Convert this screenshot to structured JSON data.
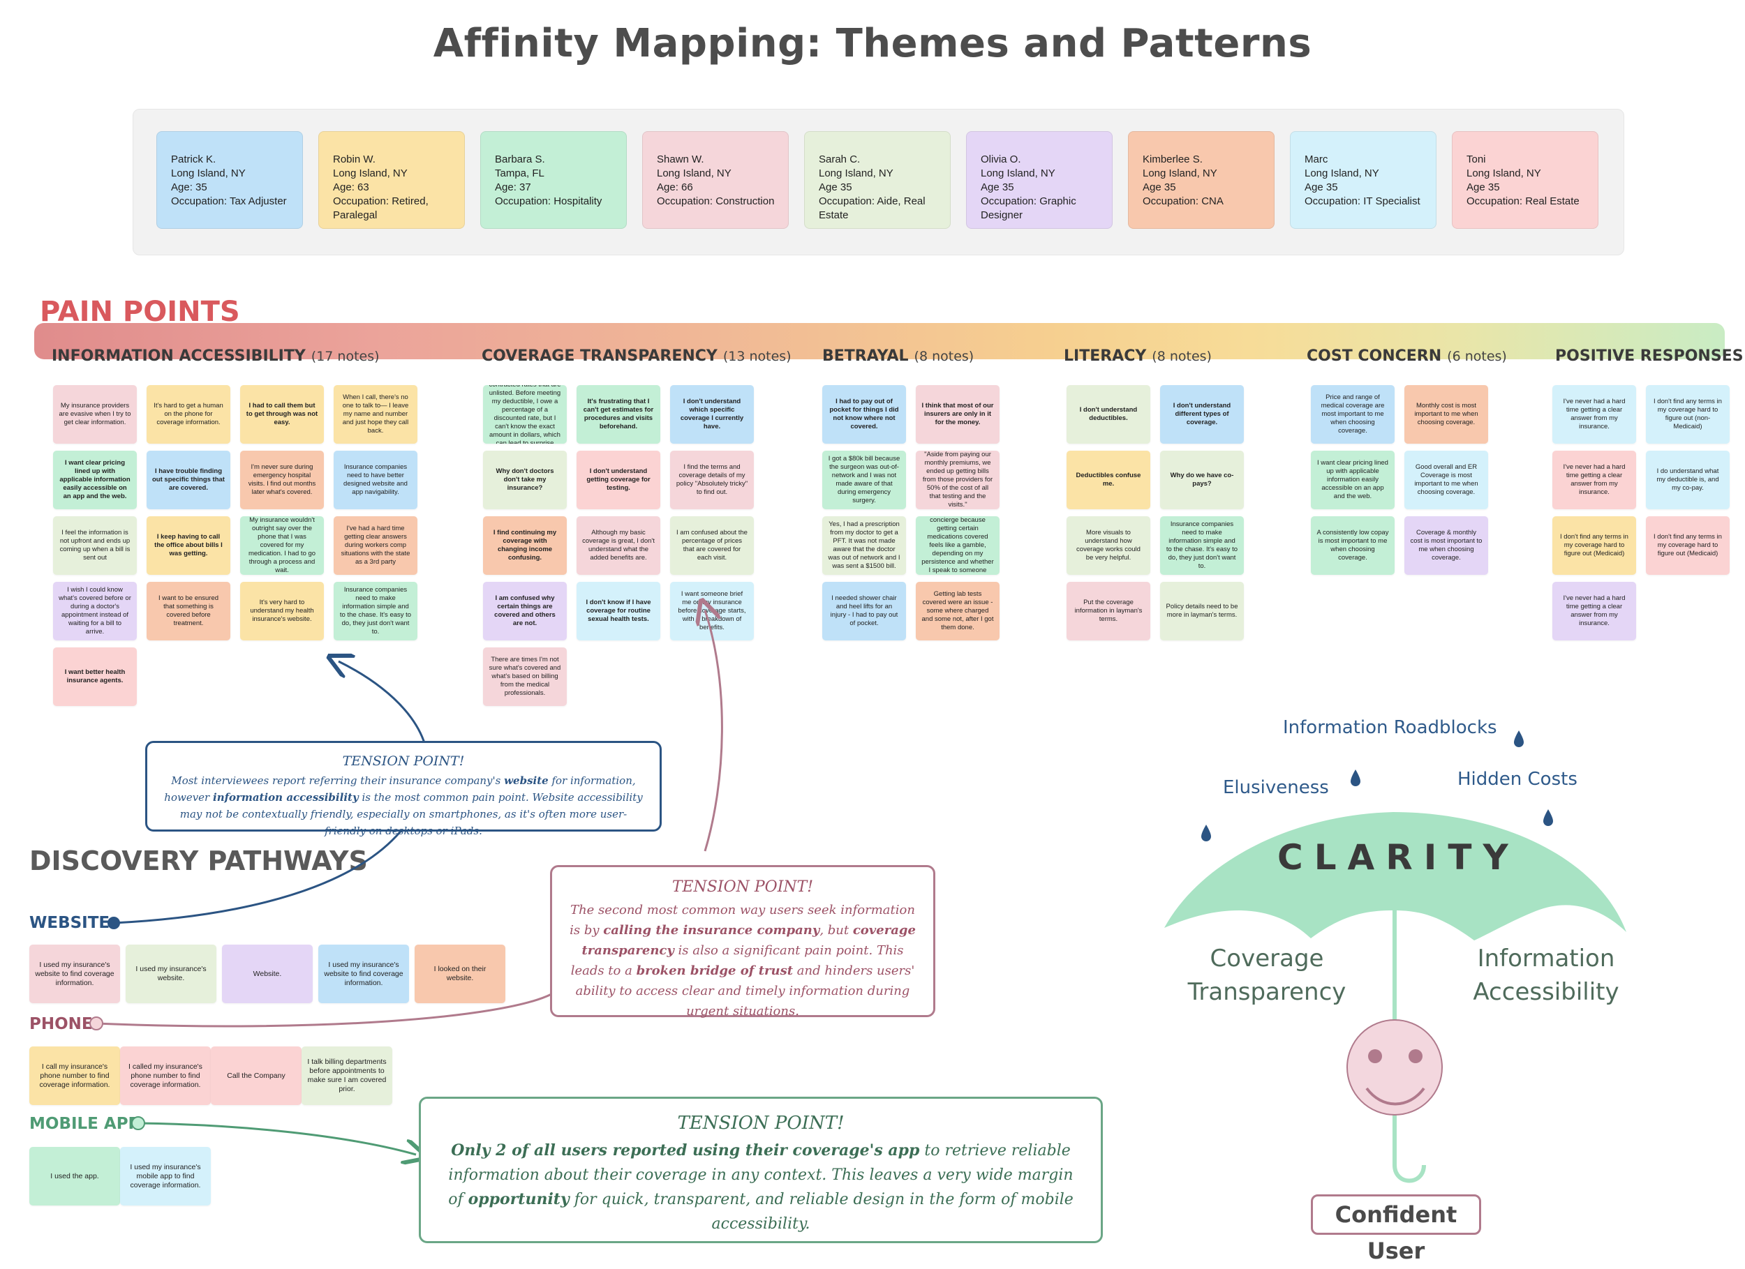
{
  "title": "Affinity Mapping: Themes and Patterns",
  "personas": [
    {
      "lines": [
        "Patrick K.",
        "Long Island, NY",
        "Age: 35",
        "Occupation: Tax Adjuster"
      ],
      "color": "#bfe1f8"
    },
    {
      "lines": [
        "Robin W.",
        "Long Island, NY",
        "Age: 63",
        "Occupation: Retired, Paralegal"
      ],
      "color": "#fbe3a6"
    },
    {
      "lines": [
        "Barbara S.",
        "Tampa, FL",
        "Age: 37",
        "Occupation: Hospitality"
      ],
      "color": "#c3efd6"
    },
    {
      "lines": [
        "Shawn W.",
        "Long Island, NY",
        "Age: 66",
        "Occupation: Construction"
      ],
      "color": "#f5d6da"
    },
    {
      "lines": [
        "Sarah C.",
        "Long Island, NY",
        "Age 35",
        "Occupation: Aide, Real Estate"
      ],
      "color": "#e6f0db"
    },
    {
      "lines": [
        "Olivia O.",
        "Long Island, NY",
        "Age 35",
        "Occupation: Graphic Designer"
      ],
      "color": "#e4d6f6"
    },
    {
      "lines": [
        "Kimberlee S.",
        "Long Island, NY",
        "Age 35",
        "Occupation: CNA"
      ],
      "color": "#f8c8ad"
    },
    {
      "lines": [
        "Marc",
        "Long Island, NY",
        "Age 35",
        "Occupation: IT Specialist"
      ],
      "color": "#d4f1fb"
    },
    {
      "lines": [
        "Toni",
        "Long Island, NY",
        "Age 35",
        "Occupation: Real Estate"
      ],
      "color": "#fbd3d3"
    }
  ],
  "pain_points": {
    "heading": "PAIN POINTS",
    "categories": [
      {
        "name": "INFORMATION ACCESSIBILITY",
        "count": "(17 notes)",
        "notes": [
          {
            "text": "My insurance providers are evasive when I try to get clear information.",
            "color": "pink",
            "bold": false
          },
          {
            "text": "It's hard to get a human on the phone for coverage information.",
            "color": "yellow",
            "bold": false
          },
          {
            "text": "I had to call them but to get through was not easy.",
            "color": "yellow",
            "bold": true
          },
          {
            "text": "When I call, there's no one to talk to— I leave my name and number and just hope they call back.",
            "color": "yellow",
            "bold": false
          },
          {
            "text": "I want clear pricing lined up with applicable information easily accessible on an app and the web.",
            "color": "green",
            "bold": true
          },
          {
            "text": "I have trouble finding out specific things that are covered.",
            "color": "blue",
            "bold": true
          },
          {
            "text": "I'm never sure during emergency hospital visits. I find out months later what's covered.",
            "color": "orange",
            "bold": false
          },
          {
            "text": "Insurance companies need to have better designed website and app navigability.",
            "color": "blue",
            "bold": false
          },
          {
            "text": "I feel the information is not upfront and ends up coming up when a bill is sent out",
            "color": "sage",
            "bold": false
          },
          {
            "text": "I keep having to call the office about bills I was getting.",
            "color": "yellow",
            "bold": true
          },
          {
            "text": "My insurance wouldn't outright say over the phone that I was covered for my medication. I had to go through a process and wait.",
            "color": "green",
            "bold": false
          },
          {
            "text": "I've had a hard time getting clear answers during workers comp situations with the state as a 3rd party",
            "color": "orange",
            "bold": false
          },
          {
            "text": "I wish I could know what's covered before or during a doctor's appointment instead of waiting for a bill to arrive.",
            "color": "lilac",
            "bold": false
          },
          {
            "text": "I want to be ensured that something is covered before treatment.",
            "color": "orange",
            "bold": false
          },
          {
            "text": "It's very hard to understand my health insurance's website.",
            "color": "yellow",
            "bold": false
          },
          {
            "text": "Insurance companies need to make information simple and to the chase. It's easy to do, they just don't want to.",
            "color": "green",
            "bold": false
          },
          {
            "text": "I want better health insurance agents.",
            "color": "rose",
            "bold": true
          }
        ]
      },
      {
        "name": "COVERAGE TRANSPARENCY",
        "count": "(13 notes)",
        "notes": [
          {
            "text": "My insurance has contracted rates that are unlisted. Before meeting my deductible, I owe a percentage of a discounted rate, but I can't know the exact amount in dollars, which can lead to surprise bills.",
            "color": "green",
            "bold": false
          },
          {
            "text": "It's frustrating that I can't get estimates for procedures and visits beforehand.",
            "color": "green",
            "bold": true
          },
          {
            "text": "I don't understand which specific coverage I currently have.",
            "color": "blue",
            "bold": true
          },
          {
            "text": "Why don't doctors don't take my insurance?",
            "color": "sage",
            "bold": true
          },
          {
            "text": "I don't understand getting coverage for testing.",
            "color": "rose",
            "bold": true
          },
          {
            "text": "I find the terms and coverage details of my policy \"Absolutely tricky\" to find out.",
            "color": "pink",
            "bold": false
          },
          {
            "text": "I find continuing my coverage with changing income confusing.",
            "color": "orange",
            "bold": true
          },
          {
            "text": "Although my basic coverage is great, I don't understand what the added benefits are.",
            "color": "pink",
            "bold": false
          },
          {
            "text": "I am confused about the percentage of prices that are covered for each visit.",
            "color": "sage",
            "bold": false
          },
          {
            "text": "I am confused why certain things are covered and others are not.",
            "color": "lilac",
            "bold": true
          },
          {
            "text": "I don't know if I have coverage for routine sexual health tests.",
            "color": "cyan",
            "bold": true
          },
          {
            "text": "I want someone brief me on my insurance before coverage starts, with a breakdown of benefits.",
            "color": "cyan",
            "bold": false
          },
          {
            "text": "There are times I'm not sure what's covered and what's based on billing from the medical professionals.",
            "color": "pink",
            "bold": false
          }
        ]
      },
      {
        "name": "BETRAYAL",
        "count": "(8 notes)",
        "notes": [
          {
            "text": "I had to pay out of pocket for things I did not know where not covered.",
            "color": "blue",
            "bold": true
          },
          {
            "text": "I think that most of our insurers are only in it for the money.",
            "color": "pink",
            "bold": true
          },
          {
            "text": "I got a $80k bill because the surgeon was out-of-network and I was not made aware of that during emergency surgery.",
            "color": "green",
            "bold": false
          },
          {
            "text": "\"Aside from paying our monthly premiums, we ended up getting bills from those providers for 50% of the cost of all that testing and the visits.\"",
            "color": "pink",
            "bold": false
          },
          {
            "text": "Yes, I had a prescription from my doctor to get a PFT. It was not made aware that the doctor was out of network and I was sent a $1500 bill.",
            "color": "sage",
            "bold": false
          },
          {
            "text": "I rely on a health concierge because getting certain medications covered feels like a gamble, depending on my persistence and whether I speak to someone willing to help.",
            "color": "green",
            "bold": false
          },
          {
            "text": "I needed shower chair and heel lifts for an injury - I had to pay out of pocket.",
            "color": "blue",
            "bold": false
          },
          {
            "text": "Getting lab tests covered were an issue - some where charged and some not, after I got them done.",
            "color": "orange",
            "bold": false
          }
        ]
      },
      {
        "name": "LITERACY",
        "count": "(8 notes)",
        "notes": [
          {
            "text": "I don't understand deductibles.",
            "color": "sage",
            "bold": true
          },
          {
            "text": "I don't understand different types of coverage.",
            "color": "blue",
            "bold": true
          },
          {
            "text": "Deductibles confuse me.",
            "color": "yellow",
            "bold": true
          },
          {
            "text": "Why do we have co-pays?",
            "color": "sage",
            "bold": true
          },
          {
            "text": "More visuals to understand how coverage works could be very helpful.",
            "color": "sage",
            "bold": false
          },
          {
            "text": "Insurance companies need to make information simple and to the chase. It's easy to do, they just don't want to.",
            "color": "green",
            "bold": false
          },
          {
            "text": "Put the coverage information in layman's terms.",
            "color": "pink",
            "bold": false
          },
          {
            "text": "Policy details need to be more in layman's terms.",
            "color": "sage",
            "bold": false
          }
        ]
      },
      {
        "name": "COST CONCERN",
        "count": "(6 notes)",
        "notes": [
          {
            "text": "Price and range of medical coverage are most important to me when choosing coverage.",
            "color": "blue",
            "bold": false
          },
          {
            "text": "Monthly cost is most important to me when choosing coverage.",
            "color": "orange",
            "bold": false
          },
          {
            "text": "I want clear pricing lined up with applicable information easily accessible on an app and the web.",
            "color": "green",
            "bold": false
          },
          {
            "text": "Good overall and ER Coverage is most important to me when choosing coverage.",
            "color": "cyan",
            "bold": false
          },
          {
            "text": "A consistently low copay is most important to me when choosing coverage.",
            "color": "green",
            "bold": false
          },
          {
            "text": "Coverage & monthly cost is most important to me when choosing coverage.",
            "color": "lilac",
            "bold": false
          }
        ]
      },
      {
        "name": "POSITIVE RESPONSES",
        "count": "",
        "notes": [
          {
            "text": "I've never had a hard time getting a clear answer from my insurance.",
            "color": "cyan",
            "bold": false
          },
          {
            "text": "I don't find any terms in my coverage hard to figure out (non-Medicaid)",
            "color": "cyan",
            "bold": false
          },
          {
            "text": "I've never had a hard time getting a clear answer from my insurance.",
            "color": "rose",
            "bold": false
          },
          {
            "text": "I do understand what my deductible is, and my co-pay.",
            "color": "cyan",
            "bold": false
          },
          {
            "text": "I don't find any terms in my coverage hard to figure out (Medicaid)",
            "color": "yellow",
            "bold": false
          },
          {
            "text": "I don't find any terms in my coverage hard to figure out (Medicaid)",
            "color": "rose",
            "bold": false
          },
          {
            "text": "I've never had a hard time getting a clear answer from my insurance.",
            "color": "lilac",
            "bold": false
          }
        ]
      }
    ]
  },
  "discovery": {
    "heading": "DISCOVERY PATHWAYS",
    "website": {
      "label": "WEBSITE",
      "notes": [
        {
          "text": "I used my insurance's website to find coverage information.",
          "color": "pink"
        },
        {
          "text": "I used my insurance's website.",
          "color": "sage"
        },
        {
          "text": "Website.",
          "color": "lilac"
        },
        {
          "text": "I used my insurance's website to find coverage information.",
          "color": "blue"
        },
        {
          "text": "I looked on their website.",
          "color": "orange"
        }
      ]
    },
    "phone": {
      "label": "PHONE",
      "notes": [
        {
          "text": "I call my insurance's phone number to find coverage information.",
          "color": "yellow"
        },
        {
          "text": "I called my insurance's phone number to find coverage information.",
          "color": "rose"
        },
        {
          "text": "Call the Company",
          "color": "rose"
        },
        {
          "text": "I talk billing departments before appointments to make sure I am covered prior.",
          "color": "sage"
        }
      ]
    },
    "mobile": {
      "label": "MOBILE APP",
      "notes": [
        {
          "text": "I used the app.",
          "color": "green"
        },
        {
          "text": "I used my insurance's mobile app to find coverage information.",
          "color": "cyan"
        }
      ]
    }
  },
  "tension_points": [
    {
      "heading": "TENSION POINT!",
      "body": "Most interviewees report referring their insurance company's website for information, however information accessibility is the most common pain point. Website accessibility may not be contextually friendly, especially on smartphones, as it's often more user-friendly on desktops or iPads."
    },
    {
      "heading": "TENSION POINT!",
      "body": "The second most common way users seek information is by calling the insurance company, but coverage transparency is also a significant pain point. This leads to a broken bridge of trust and hinders users' ability to access clear and timely information during urgent situations."
    },
    {
      "heading": "TENSION POINT!",
      "body": "Only 2 of all users reported using their coverage's app to retrieve reliable information about their coverage in any context. This leaves a very wide margin of opportunity for quick, transparent, and reliable design in the form of mobile accessibility."
    }
  ],
  "clarity": {
    "word": "CLARITY",
    "rain": [
      "Information Roadblocks",
      "Elusiveness",
      "Hidden Costs"
    ],
    "left": [
      "Coverage",
      "Transparency"
    ],
    "right": [
      "Information",
      "Accessibility"
    ],
    "user": "Confident User"
  },
  "colors": {
    "pink": "#f5d6da",
    "yellow": "#fbe3a6",
    "blue": "#bfe1f8",
    "orange": "#f8c8ad",
    "green": "#c3efd6",
    "lilac": "#e4d6f6",
    "rose": "#fbd3d3",
    "sage": "#e6f0db",
    "cyan": "#d4f1fb",
    "pain_heading": "#d9595d",
    "website": "#2b5483",
    "phone": "#9c5266",
    "mobile": "#4f9b74",
    "umbrella": "#a8e3c4"
  }
}
